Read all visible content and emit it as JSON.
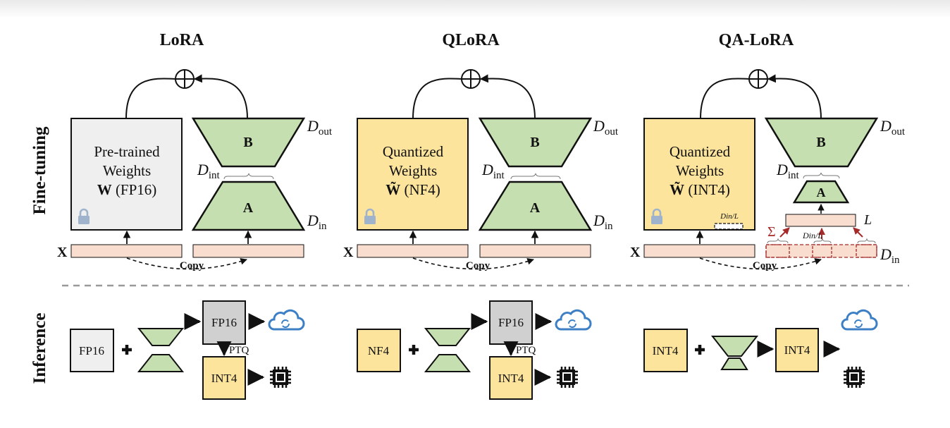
{
  "top_band_color": "#f2f2f2",
  "section_labels": {
    "fine_tuning": "Fine-tuning",
    "inference": "Inference"
  },
  "copy_label": "Copy",
  "x_label": "X",
  "dims": {
    "d": "D",
    "out": "out",
    "int": "int",
    "in": "in",
    "L": "L",
    "din_over_L": "Din/L",
    "sigma": "Σ"
  },
  "adapter": {
    "b_label": "B",
    "a_label": "A"
  },
  "colors": {
    "weights_fp16": "#efefef",
    "weights_quant": "#fde49d",
    "adapter_green": "#c5dfb0",
    "input_bar": "#f9ddcf",
    "arrow_red": "#a52a2a",
    "cloud_blue": "#3c7fc5",
    "lock_blue": "#9fb3cc"
  },
  "panels": [
    {
      "title": "LoRA",
      "weights_lines": [
        "Pre-trained",
        "Weights"
      ],
      "weights_symbol": "W",
      "weights_format": " (FP16)",
      "inference": {
        "base": "FP16",
        "merged": "FP16",
        "ptq": "PTQ",
        "quantized": "INT4"
      }
    },
    {
      "title": "QLoRA",
      "weights_lines": [
        "Quantized",
        "Weights"
      ],
      "weights_symbol": "W̃",
      "weights_format": " (NF4)",
      "inference": {
        "base": "NF4",
        "merged": "FP16",
        "ptq": "PTQ",
        "quantized": "INT4"
      }
    },
    {
      "title": "QA-LoRA",
      "weights_lines": [
        "Quantized",
        "Weights"
      ],
      "weights_symbol": "W̃",
      "weights_format": " (INT4)",
      "inference": {
        "base": "INT4",
        "merged": "INT4"
      }
    }
  ],
  "icons": [
    "circle-plus-icon",
    "lock-icon",
    "cloud-sync-icon",
    "chip-icon",
    "plus-icon",
    "right-arrow-icon",
    "down-arrow-icon"
  ]
}
